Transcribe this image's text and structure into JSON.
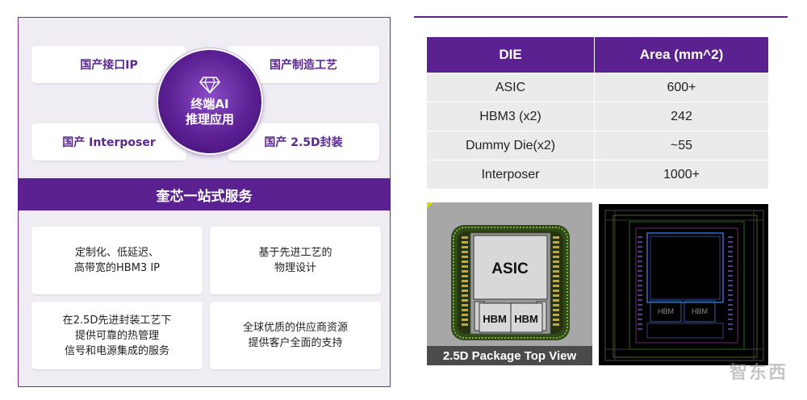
{
  "left": {
    "tech_cards": [
      "国产接口IP",
      "国产制造工艺",
      "国产 Interposer",
      "国产 2.5D封装"
    ],
    "center": {
      "line1": "终端AI",
      "line2": "推理应用"
    },
    "service_title": "奎芯一站式服务",
    "services": [
      {
        "line1": "定制化、低延迟、",
        "line2": "高带宽的HBM3  IP",
        "line3": ""
      },
      {
        "line1": "基于先进工艺的",
        "line2": "物理设计",
        "line3": ""
      },
      {
        "line1": "在2.5D先进封装工艺下",
        "line2": "提供可靠的热管理",
        "line3": "信号和电源集成的服务"
      },
      {
        "line1": "全球优质的供应商资源",
        "line2": "提供客户全面的支持",
        "line3": ""
      }
    ]
  },
  "table": {
    "headers": [
      "DIE",
      "Area (mm^2)"
    ],
    "rows": [
      [
        "ASIC",
        "600+"
      ],
      [
        "HBM3 (x2)",
        "242"
      ],
      [
        "Dummy Die(x2)",
        "~55"
      ],
      [
        "Interposer",
        "1000+"
      ]
    ]
  },
  "package_figure": {
    "asic_label": "ASIC",
    "hbm_labels": [
      "HBM",
      "HBM"
    ],
    "caption": "2.5D Package Top View"
  },
  "layout_figure": {
    "hbm_labels": [
      "HBM",
      "HBM"
    ]
  },
  "watermark": "智东西",
  "colors": {
    "brand_purple": "#5b2191",
    "text_purple": "#5a2790",
    "panel_bg": "#efedf3",
    "table_cell_bg": "#ebebeb"
  },
  "icons": {
    "center": "diamond-icon"
  }
}
